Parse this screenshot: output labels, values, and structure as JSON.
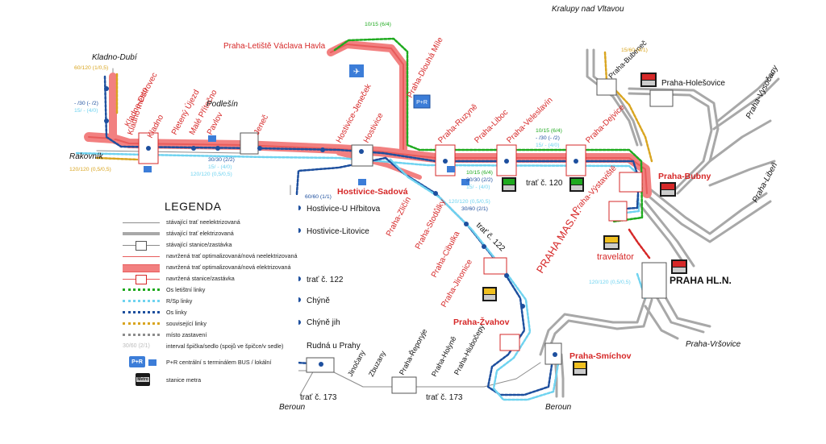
{
  "colors": {
    "non_electrified": "#8c8c8c",
    "electrified": "#a8a8a8",
    "new_line": "#e85b5b",
    "new_electrified": "#f28080",
    "airport_line": "#1faa1f",
    "rsp_line": "#6fd3f0",
    "os_line": "#1d4f9e",
    "related_line": "#d9a520",
    "station_red": "#d62828"
  },
  "stations": {
    "airport": "Praha-Letiště Václava Havla",
    "dlouha_mile": "Praha-Dlouhá Míle",
    "ruzyne": "Praha-Ruzyně",
    "liboc": "Praha-Liboc",
    "veleslavin": "Praha-Veleslavín",
    "dejvice": "Praha-Dejvice",
    "bubny": "Praha-Bubny",
    "vystaviste": "Praha-Výstaviště",
    "mas_n": "PRAHA MAS.N.",
    "hl_n": "PRAHA HL.N.",
    "smichov": "Praha-Smíchov",
    "hostivice_sadova": "Hostivice-Sadová",
    "hostivice_jenecek": "Hostivice-Jeneček",
    "hostivice": "Hostivice",
    "zlicin": "Praha-Zličín",
    "stodulky": "Praha-Stodůlky",
    "cibulka": "Praha-Cibulka",
    "jinonice": "Praha-Jinonice",
    "zvahov": "Praha-Žvahov",
    "kladno_ostrovec": "Kladno-Ostrovec",
    "kladno_mesto": "Kladno město",
    "kladno": "Kladno",
    "pleteny_ujezd": "Pletený Újezd",
    "male_pritocno": "Malé Přítočno",
    "pavlov": "Pavlov",
    "jenec": "Jeneč",
    "podlesin": "Podlešín",
    "hostivice_u_hrbitova": "Hostivice-U Hřbitova",
    "hostivice_litovice": "Hostivice-Litovice",
    "chyne": "Chýně",
    "chyne_jih": "Chýně jih",
    "rudna": "Rudná u Prahy",
    "jinocany": "Jinočany",
    "zbuzany": "Zbuzany",
    "reporyje": "Praha-Řeporyje",
    "holyne": "Praha-Holyně",
    "hlubocepy": "Praha-Hlubočepy",
    "praha_bubenec": "Praha-Bubeneč",
    "praha_holesovice": "Praha-Holešovice"
  },
  "places": {
    "kladno_dubi": "Kladno-Dubí",
    "rakovnik": "Rakovník",
    "kralupy": "Kralupy nad Vltavou",
    "vysocany": "Praha-Vysočany",
    "liben": "Praha-Libeň",
    "vrsovice": "Praha-Vršovice",
    "beroun_1": "Beroun",
    "beroun_2": "Beroun"
  },
  "misc": {
    "travelator": "travelátor",
    "trat_120": "trať č. 120",
    "trat_122_a": "trať č. 122",
    "trat_122_b": "trať č. 122",
    "trat_173_a": "trať č. 173",
    "trat_173_b": "trať č. 173",
    "pr_label": "P+R",
    "metro_label": "Metro"
  },
  "intervals": {
    "airport_top": "10/15 (6/4)",
    "kladno_60_120": "60/120 (1/0,5)",
    "kladno_30_a": "- /30 (- /2)",
    "kladno_15_a": "15/ -   (4/0)",
    "rak_120": "120/120 (0,5/0,5)",
    "pavlov_30": "30/30 (2/2)",
    "pavlov_15": "15/ -   (4/0)",
    "pavlov_120": "120/120 (0,5/0,5)",
    "dejvice_10": "10/15 (6/4)",
    "dejvice_30": "- /30 (- /2)",
    "dejvice_15": "15/ -   (4/0)",
    "liboc_10": "10/15 (6/4)",
    "liboc_30": "30/30 (2/2)",
    "liboc_15": "15/ -   (4/0)",
    "bubenec_15": "15/60 (4/1)",
    "sadova_60": "60/60 (1/1)",
    "zlicin_120": "120/120 (0,5/0,5)",
    "zlicin_30": "30/60 (2/1)",
    "hln_120": "120/120 (0,5/0,5)"
  },
  "legend": {
    "title": "LEGENDA",
    "items": [
      "stávající trať neelektrizovaná",
      "stávající trať elektrizovaná",
      "stávající stanice/zastávka",
      "navržená trať optimalizovaná/nová neelektrizovaná",
      "navržená trať optimalizovaná/nová elektrizovaná",
      "navržená stanice/zastávka",
      "Os letištní linky",
      "R/Sp linky",
      "Os linky",
      "související linky",
      "místo zastavení",
      "interval špička/sedlo (spojů ve špičce/v sedle)",
      "P+R centrální s terminálem BUS / lokální",
      "stanice metra"
    ],
    "interval_sample": "30/60 (2/1)"
  }
}
